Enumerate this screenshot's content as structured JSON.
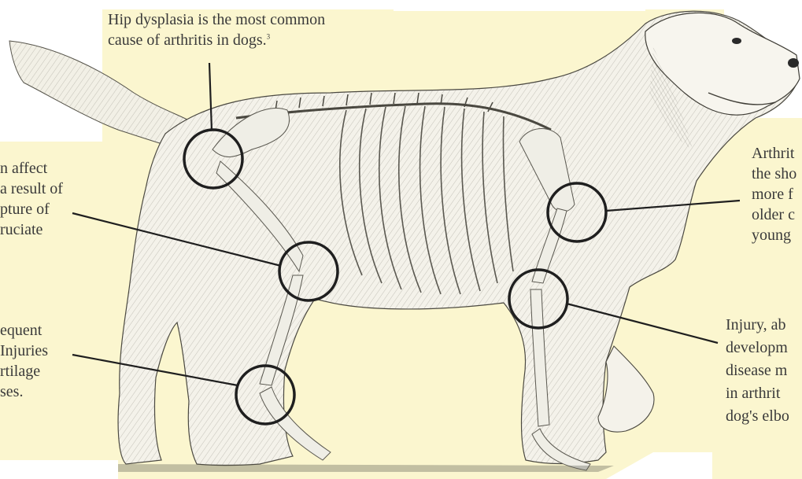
{
  "callouts": {
    "hip": {
      "lines": [
        "Hip dysplasia is the most common",
        "cause of arthritis in dogs."
      ],
      "footnote": "3"
    },
    "knee": {
      "lines": [
        "n affect",
        "a result of",
        "pture of",
        "ruciate"
      ]
    },
    "hock": {
      "lines": [
        "equent",
        "Injuries",
        "rtilage",
        "ses."
      ]
    },
    "shoulder": {
      "lines": [
        "Arthrit",
        "the sho",
        "more f",
        "older c",
        "young"
      ]
    },
    "elbow": {
      "lines": [
        "Injury, ab",
        "developm",
        "disease m",
        "in arthrit",
        "dog's elbo"
      ]
    }
  },
  "colors": {
    "background": "#fbf6cf",
    "paper": "#ffffff",
    "ink": "#2a2a2a",
    "bone": "#efeee6",
    "fur_shadow": "#8f8c80"
  },
  "icons": [
    "dog-illustration",
    "joint-circle"
  ]
}
